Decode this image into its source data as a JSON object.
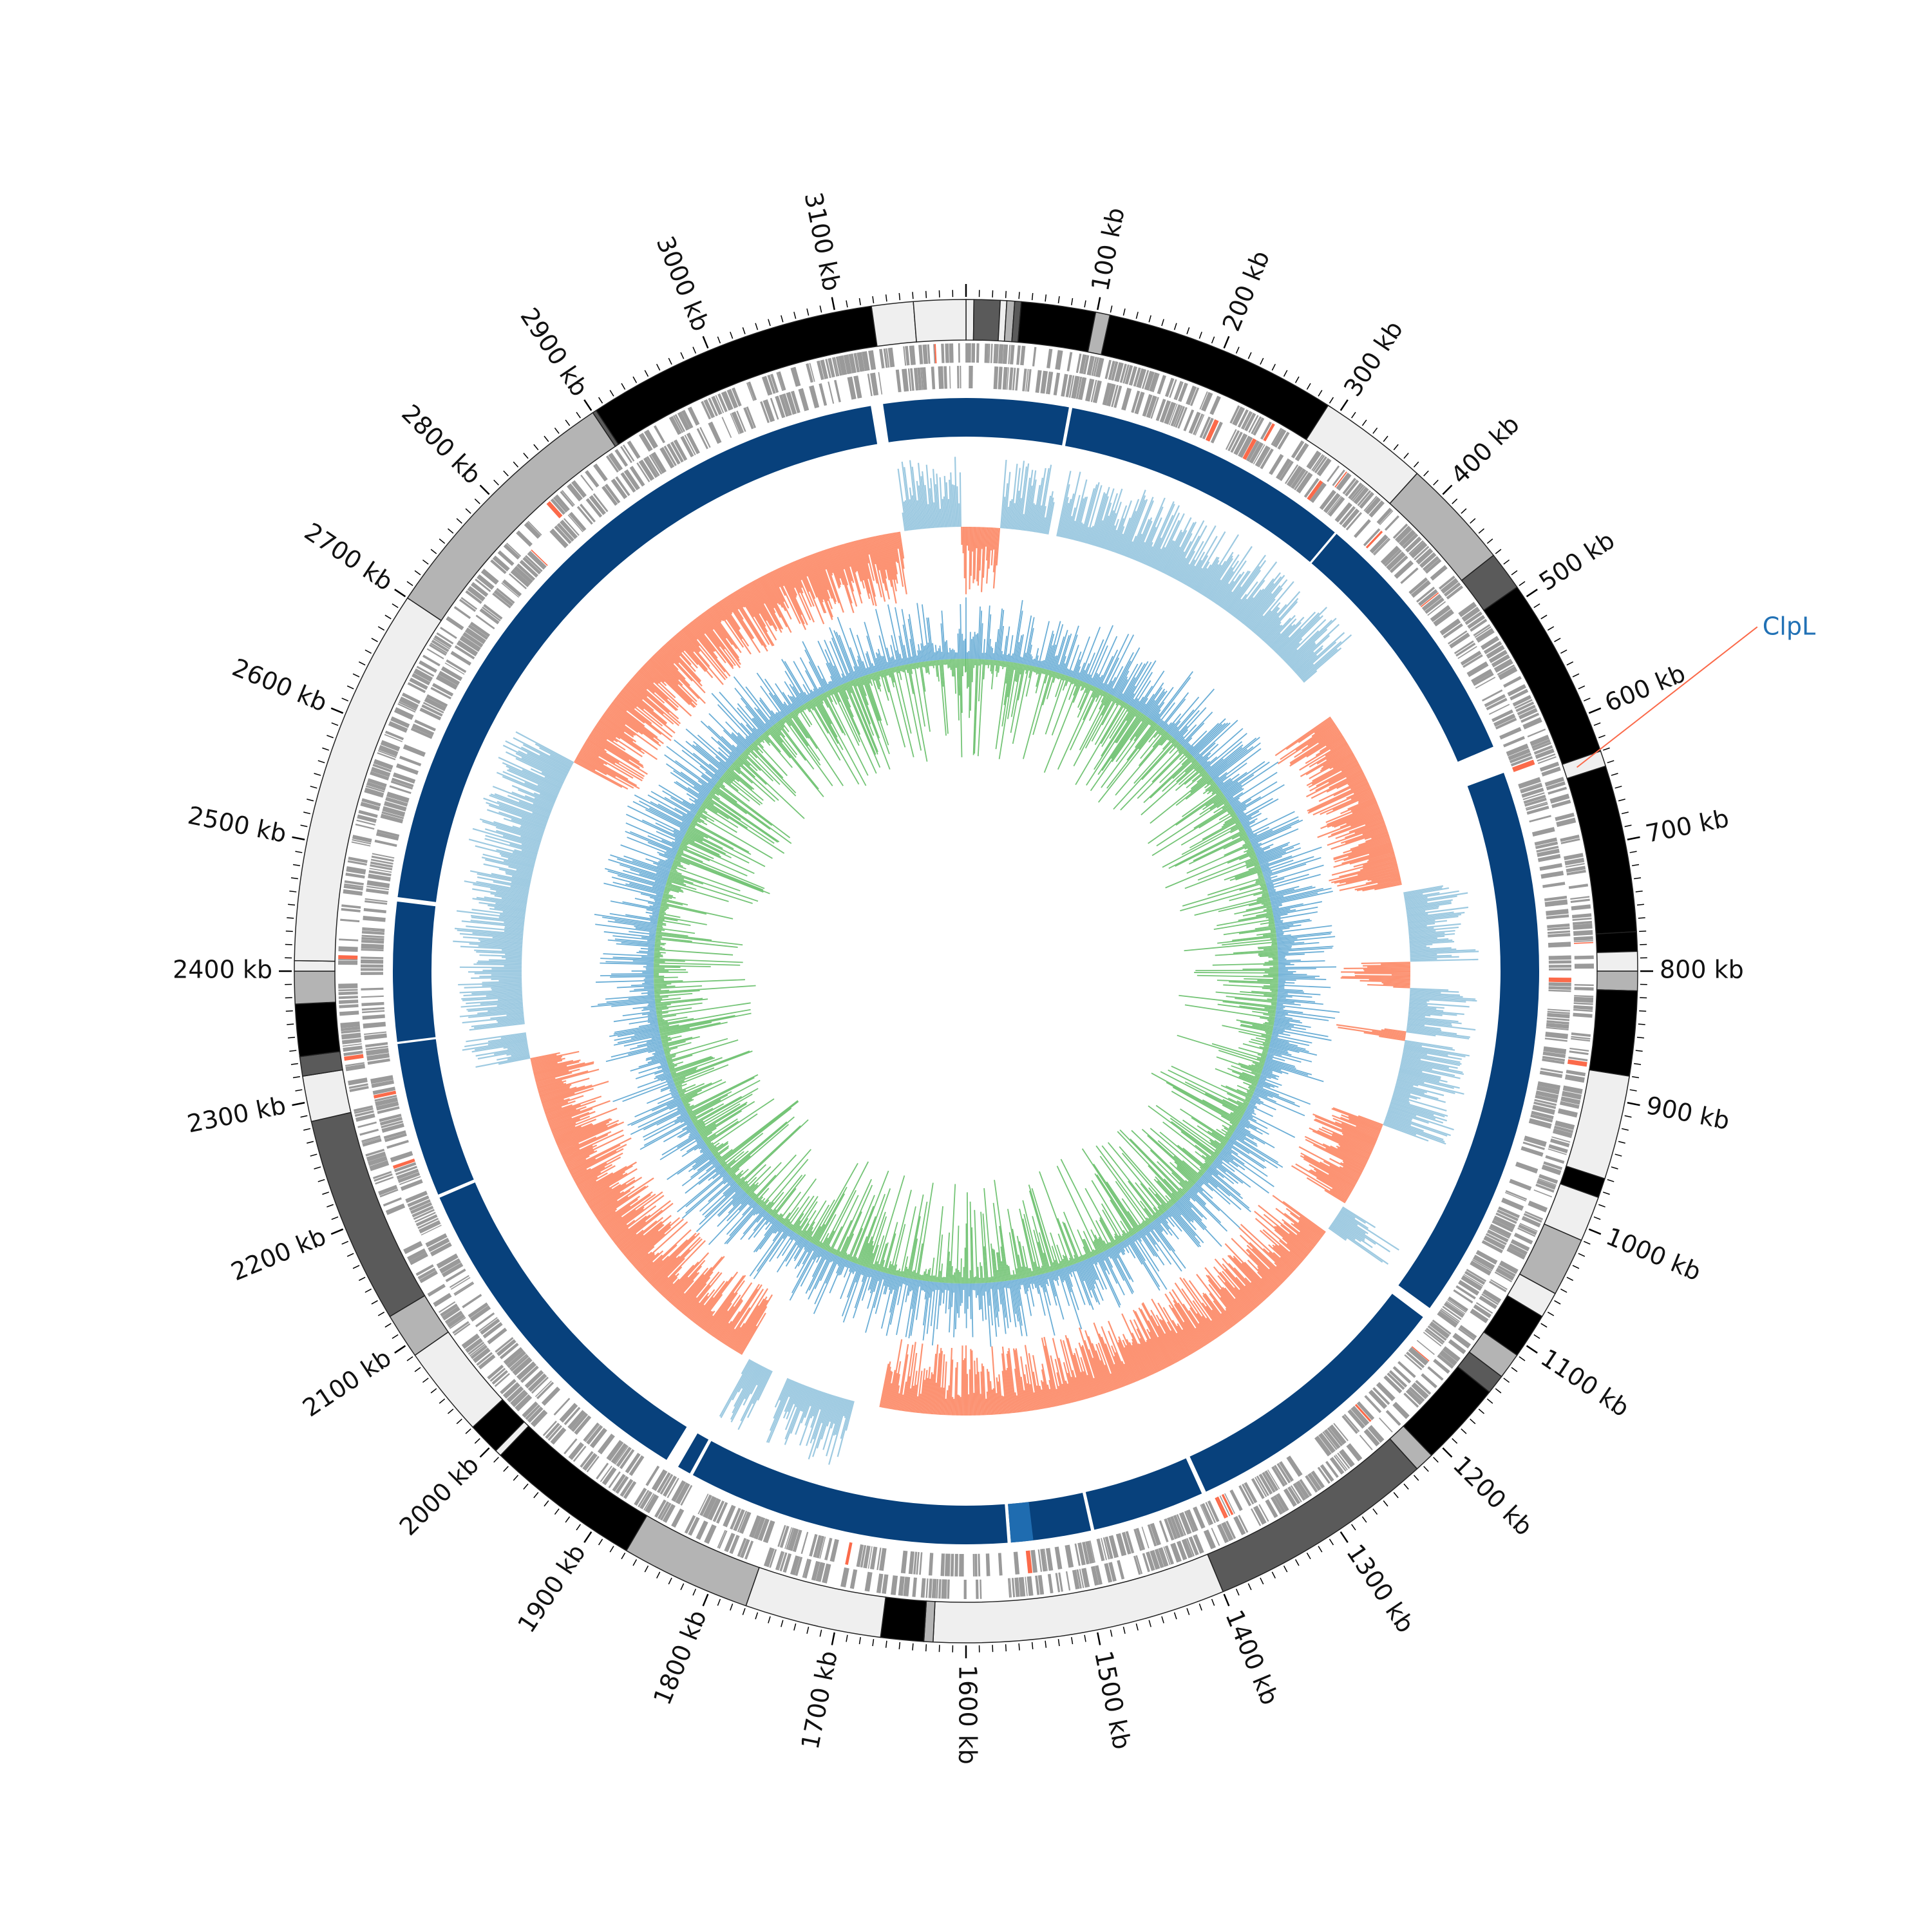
{
  "genome": {
    "length_kb": 3200,
    "start_kb": 0,
    "direction": "clockwise"
  },
  "ticks": {
    "major_step_kb": 100,
    "minor_step_kb": 10,
    "unit": "kb",
    "labels": [
      "100 kb",
      "200 kb",
      "300 kb",
      "400 kb",
      "500 kb",
      "600 kb",
      "700 kb",
      "800 kb",
      "900 kb",
      "1000 kb",
      "1100 kb",
      "1200 kb",
      "1300 kb",
      "1400 kb",
      "1500 kb",
      "1600 kb",
      "1700 kb",
      "1800 kb",
      "1900 kb",
      "2000 kb",
      "2100 kb",
      "2200 kb",
      "2300 kb",
      "2400 kb",
      "2500 kb",
      "2600 kb",
      "2700 kb",
      "2800 kb",
      "2900 kb",
      "3000 kb",
      "3100 kb"
    ]
  },
  "highlight": {
    "label": "ClpL",
    "position_kb": 636,
    "label_color": "#2171b5",
    "line_color": "#fb6a4a"
  },
  "colors": {
    "contig_black": "#000000",
    "contig_dark": "#5a5a5a",
    "contig_mid": "#b4b4b4",
    "contig_light": "#efefef",
    "gene": "#9a9a9a",
    "gene_highlight": "#fb6a4a",
    "synteny_blocks": "#08417c",
    "synteny_accent": "#1f6cb0",
    "skew_positive": "#9ecae1",
    "skew_negative": "#fc9272",
    "gc_content": "#6baed6",
    "gc_skew_inner": "#74c476"
  },
  "contig_track": [
    {
      "start": 0,
      "end": 6,
      "shade": "light"
    },
    {
      "start": 6,
      "end": 26,
      "shade": "dark"
    },
    {
      "start": 26,
      "end": 31,
      "shade": "light"
    },
    {
      "start": 31,
      "end": 37,
      "shade": "mid"
    },
    {
      "start": 37,
      "end": 42,
      "shade": "dark"
    },
    {
      "start": 42,
      "end": 99,
      "shade": "black"
    },
    {
      "start": 99,
      "end": 110,
      "shade": "mid"
    },
    {
      "start": 110,
      "end": 290,
      "shade": "black"
    },
    {
      "start": 290,
      "end": 375,
      "shade": "light"
    },
    {
      "start": 375,
      "end": 460,
      "shade": "mid"
    },
    {
      "start": 460,
      "end": 490,
      "shade": "dark"
    },
    {
      "start": 490,
      "end": 630,
      "shade": "black"
    },
    {
      "start": 630,
      "end": 642,
      "shade": "light"
    },
    {
      "start": 642,
      "end": 770,
      "shade": "black"
    },
    {
      "start": 770,
      "end": 785,
      "shade": "black"
    },
    {
      "start": 785,
      "end": 800,
      "shade": "light"
    },
    {
      "start": 800,
      "end": 815,
      "shade": "mid"
    },
    {
      "start": 815,
      "end": 880,
      "shade": "black"
    },
    {
      "start": 880,
      "end": 960,
      "shade": "light"
    },
    {
      "start": 960,
      "end": 975,
      "shade": "black"
    },
    {
      "start": 975,
      "end": 1010,
      "shade": "light"
    },
    {
      "start": 1010,
      "end": 1055,
      "shade": "mid"
    },
    {
      "start": 1055,
      "end": 1075,
      "shade": "light"
    },
    {
      "start": 1075,
      "end": 1110,
      "shade": "black"
    },
    {
      "start": 1110,
      "end": 1130,
      "shade": "mid"
    },
    {
      "start": 1130,
      "end": 1145,
      "shade": "dark"
    },
    {
      "start": 1145,
      "end": 1210,
      "shade": "black"
    },
    {
      "start": 1210,
      "end": 1225,
      "shade": "mid"
    },
    {
      "start": 1225,
      "end": 1400,
      "shade": "dark"
    },
    {
      "start": 1400,
      "end": 1625,
      "shade": "light"
    },
    {
      "start": 1625,
      "end": 1632,
      "shade": "mid"
    },
    {
      "start": 1632,
      "end": 1665,
      "shade": "black"
    },
    {
      "start": 1665,
      "end": 1770,
      "shade": "light"
    },
    {
      "start": 1770,
      "end": 1870,
      "shade": "mid"
    },
    {
      "start": 1870,
      "end": 1990,
      "shade": "black"
    },
    {
      "start": 1990,
      "end": 1995,
      "shade": "light"
    },
    {
      "start": 1995,
      "end": 2020,
      "shade": "black"
    },
    {
      "start": 2020,
      "end": 2090,
      "shade": "light"
    },
    {
      "start": 2090,
      "end": 2125,
      "shade": "mid"
    },
    {
      "start": 2125,
      "end": 2285,
      "shade": "dark"
    },
    {
      "start": 2285,
      "end": 2320,
      "shade": "light"
    },
    {
      "start": 2320,
      "end": 2335,
      "shade": "dark"
    },
    {
      "start": 2335,
      "end": 2375,
      "shade": "black"
    },
    {
      "start": 2375,
      "end": 2400,
      "shade": "mid"
    },
    {
      "start": 2400,
      "end": 2408,
      "shade": "light"
    },
    {
      "start": 2408,
      "end": 2700,
      "shade": "light"
    },
    {
      "start": 2700,
      "end": 2900,
      "shade": "mid"
    },
    {
      "start": 2900,
      "end": 2903,
      "shade": "dark"
    },
    {
      "start": 2903,
      "end": 3128,
      "shade": "black"
    },
    {
      "start": 3128,
      "end": 3160,
      "shade": "light"
    },
    {
      "start": 3160,
      "end": 3200,
      "shade": "light"
    }
  ],
  "synteny_track": {
    "gaps_kb": [
      [
        3115,
        3126
      ],
      [
        92,
        95
      ],
      [
        356,
        358
      ],
      [
        595,
        620
      ],
      [
        2462,
        2466
      ],
      [
        2335,
        2337
      ],
      [
        1380,
        1384
      ],
      [
        1120,
        1130
      ],
      [
        1853,
        1856
      ],
      [
        1868,
        1880
      ],
      [
        1560,
        1563
      ],
      [
        1485,
        1488
      ],
      [
        2193,
        2196
      ]
    ],
    "accent_range_kb": [
      1540,
      1560
    ]
  },
  "skew_track": {
    "positive_ranges": [
      [
        3130,
        3195
      ],
      [
        40,
        95
      ],
      [
        105,
        440
      ],
      [
        710,
        790
      ],
      [
        820,
        870
      ],
      [
        880,
        980
      ],
      [
        1085,
        1115
      ],
      [
        1730,
        1810
      ],
      [
        1830,
        1860
      ],
      [
        2300,
        2330
      ],
      [
        2340,
        2650
      ]
    ],
    "negative_ranges": [
      [
        3195,
        3200
      ],
      [
        0,
        40
      ],
      [
        490,
        700
      ],
      [
        790,
        820
      ],
      [
        870,
        880
      ],
      [
        980,
        1080
      ],
      [
        1120,
        1700
      ],
      [
        1870,
        2300
      ],
      [
        2650,
        3125
      ]
    ]
  },
  "gc_track": {},
  "gc_skew_track": {}
}
